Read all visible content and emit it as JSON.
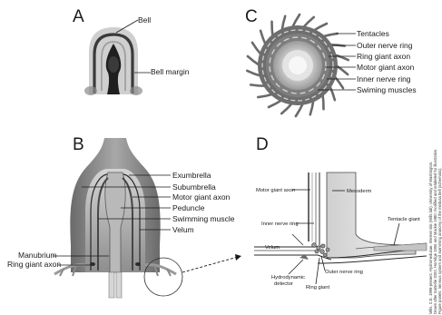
{
  "colors": {
    "outline": "#1a1a1a",
    "dark_tissue": "#555555",
    "mid_tissue": "#8a8a8a",
    "light_tissue": "#c8c8c8",
    "background": "#ffffff"
  },
  "panel_a": {
    "letter": "A",
    "labels": {
      "bell": "Bell",
      "bell_margin": "Bell margin"
    }
  },
  "panel_b": {
    "letter": "B",
    "labels": {
      "exumbrella": "Exumbrella",
      "subumbrella": "Subumbrella",
      "motor_giant_axon": "Motor giant axon",
      "peduncle": "Peduncle",
      "swimming_muscle": "Swimming muscle",
      "velum": "Velum",
      "manubrium": "Manubrium",
      "ring_giant_axon": "Ring giant axon"
    }
  },
  "panel_c": {
    "letter": "C",
    "labels": {
      "tentacles": "Tentacles",
      "outer_nerve_ring": "Outer nerve ring",
      "ring_giant_axon": "Ring giant axon",
      "motor_giant_axon": "Motor giant axon",
      "inner_nerve_ring": "Inner nerve ring",
      "swimming_muscles": "Swiming muscles"
    }
  },
  "panel_d": {
    "letter": "D",
    "labels": {
      "motor_giant_axon": "Motor giant axon",
      "mesoderm": "Mesoderm",
      "inner_nerve_ring": "Inner nerve ring",
      "tentacle_giant": "Tentacle giant",
      "velum": "Velum",
      "hydrodynamic": "Hydrodynamic",
      "detector": "detector",
      "outer_nerve_ring": "Outer nerve ring",
      "ring_giant": "Ring giant"
    }
  },
  "credit": {
    "line1": "Mills, C.E. 1999-present. Hydromedusae. Internet site (Mills lab). University of Washington.",
    "line2": "Drawn after Satterlie 2002, Horridge 1955 and Mackie 1980; modified and relabeled for illustration.",
    "line3": "Figure panels: nervous system and swimming anatomy of the medusa bell (schematic)."
  }
}
